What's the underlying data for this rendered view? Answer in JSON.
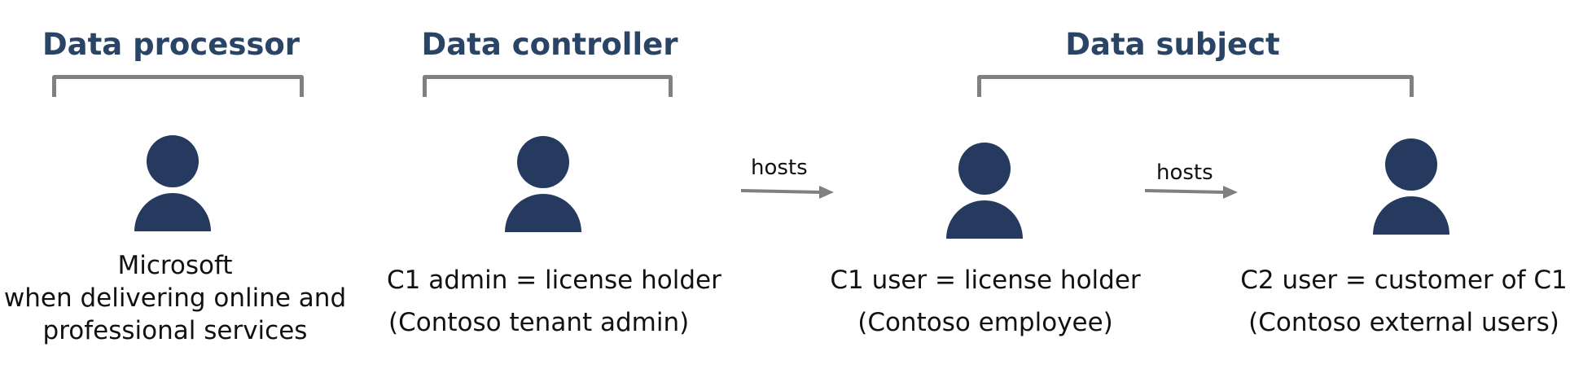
{
  "groups": {
    "processor": {
      "title": "Data processor"
    },
    "controller": {
      "title": "Data controller"
    },
    "subject": {
      "title": "Data subject"
    }
  },
  "actors": [
    {
      "icon": "person-icon",
      "lines": [
        "Microsoft",
        "when delivering online and",
        "professional services"
      ]
    },
    {
      "icon": "person-icon",
      "lines": [
        "C1 admin = license holder",
        "(Contoso tenant admin)"
      ]
    },
    {
      "icon": "person-icon",
      "lines": [
        "C1 user = license holder",
        "(Contoso employee)"
      ]
    },
    {
      "icon": "person-icon",
      "lines": [
        "C2 user = customer of C1",
        "(Contoso external users)"
      ]
    }
  ],
  "relations": [
    {
      "label": "hosts",
      "icon": "arrow-right-icon"
    },
    {
      "label": "hosts",
      "icon": "arrow-right-icon"
    }
  ],
  "colors": {
    "title": "#2a4466",
    "icon": "#253a5e",
    "bracket": "#808080",
    "arrow": "#808080",
    "text": "#111111"
  }
}
